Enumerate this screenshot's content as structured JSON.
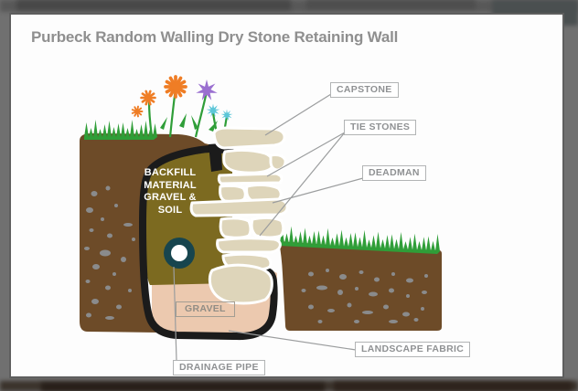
{
  "title": "Purbeck Random Walling Dry Stone Retaining Wall",
  "diagram_labels": {
    "capstone": "CAPSTONE",
    "tie_stones": "TIE STONES",
    "deadman": "DEADMAN",
    "gravel": "GRAVEL",
    "landscape_fabric": "LANDSCAPE FABRIC",
    "drainage_pipe": "DRAINAGE PIPE",
    "backfill_lines": [
      "BACKFILL",
      "MATERIAL",
      "GRAVEL &",
      "SOIL"
    ]
  },
  "colors": {
    "soil_brown": "#6d4b28",
    "backfill_olive": "#7c6a20",
    "stone_beige": "#ded5ba",
    "gravel_pink": "#ecc9af",
    "fabric_black": "#1b1b1b",
    "pipe_teal": "#17454e",
    "grass_green": "#2f9e38",
    "flower_orange": "#ef7d25",
    "flower_purple": "#9a6fd0",
    "flower_teal": "#5cc6d8",
    "soil_spot_gray": "#8e9297",
    "leader_gray": "#9b9d9e",
    "label_gray": "#8f9193",
    "title_gray": "#8f8f8f"
  }
}
